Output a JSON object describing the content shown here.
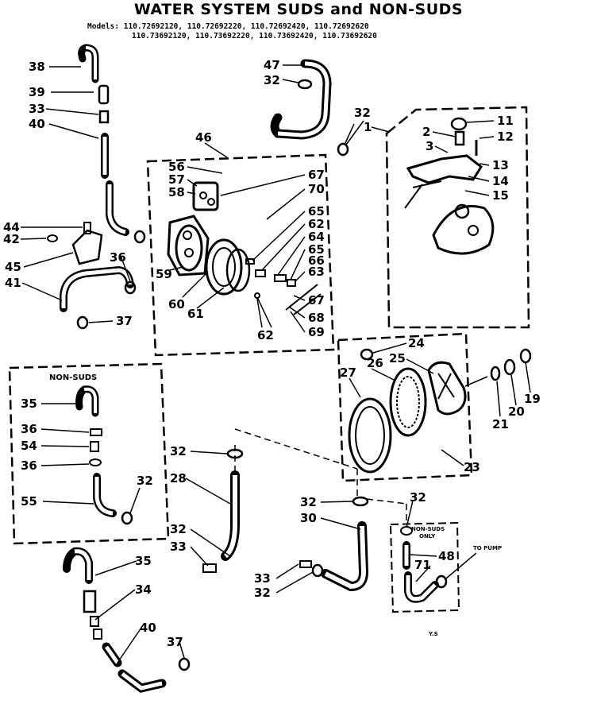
{
  "title": "WATER SYSTEM SUDS and NON-SUDS",
  "models_line1": "Models: 110.72692120, 110.72692220, 110.72692420, 110.72692620",
  "models_line2": "110.73692120, 110.73692220, 110.73692420, 110.73692620",
  "non_suds_label": "NON-SUDS",
  "non_suds_only_line1": "NON-SUDS",
  "non_suds_only_line2": "ONLY",
  "to_pump_label": "TO PUMP",
  "footer_mark": "Y.S",
  "callouts": [
    {
      "id": "c38",
      "text": "38"
    },
    {
      "id": "c39",
      "text": "39"
    },
    {
      "id": "c33a",
      "text": "33"
    },
    {
      "id": "c40a",
      "text": "40"
    },
    {
      "id": "c44",
      "text": "44"
    },
    {
      "id": "c42",
      "text": "42"
    },
    {
      "id": "c45",
      "text": "45"
    },
    {
      "id": "c41",
      "text": "41"
    },
    {
      "id": "c36a",
      "text": "36"
    },
    {
      "id": "c37a",
      "text": "37"
    },
    {
      "id": "c47",
      "text": "47"
    },
    {
      "id": "c32a",
      "text": "32"
    },
    {
      "id": "c32b",
      "text": "32"
    },
    {
      "id": "c1",
      "text": "1"
    },
    {
      "id": "c2",
      "text": "2"
    },
    {
      "id": "c3",
      "text": "3"
    },
    {
      "id": "c11",
      "text": "11"
    },
    {
      "id": "c12",
      "text": "12"
    },
    {
      "id": "c13",
      "text": "13"
    },
    {
      "id": "c14",
      "text": "14"
    },
    {
      "id": "c15",
      "text": "15"
    },
    {
      "id": "c46",
      "text": "46"
    },
    {
      "id": "c56",
      "text": "56"
    },
    {
      "id": "c57",
      "text": "57"
    },
    {
      "id": "c58",
      "text": "58"
    },
    {
      "id": "c67a",
      "text": "67"
    },
    {
      "id": "c70",
      "text": "70"
    },
    {
      "id": "c65a",
      "text": "65"
    },
    {
      "id": "c62a",
      "text": "62"
    },
    {
      "id": "c64",
      "text": "64"
    },
    {
      "id": "c65b",
      "text": "65"
    },
    {
      "id": "c66",
      "text": "66"
    },
    {
      "id": "c63",
      "text": "63"
    },
    {
      "id": "c59",
      "text": "59"
    },
    {
      "id": "c60",
      "text": "60"
    },
    {
      "id": "c61",
      "text": "61"
    },
    {
      "id": "c62b",
      "text": "62"
    },
    {
      "id": "c67b",
      "text": "67"
    },
    {
      "id": "c68",
      "text": "68"
    },
    {
      "id": "c69",
      "text": "69"
    },
    {
      "id": "c24",
      "text": "24"
    },
    {
      "id": "c27",
      "text": "27"
    },
    {
      "id": "c26",
      "text": "26"
    },
    {
      "id": "c25",
      "text": "25"
    },
    {
      "id": "c19",
      "text": "19"
    },
    {
      "id": "c20",
      "text": "20"
    },
    {
      "id": "c21",
      "text": "21"
    },
    {
      "id": "c23",
      "text": "23"
    },
    {
      "id": "c35a",
      "text": "35"
    },
    {
      "id": "c36b",
      "text": "36"
    },
    {
      "id": "c54",
      "text": "54"
    },
    {
      "id": "c36c",
      "text": "36"
    },
    {
      "id": "c32c",
      "text": "32"
    },
    {
      "id": "c55",
      "text": "55"
    },
    {
      "id": "c32d",
      "text": "32"
    },
    {
      "id": "c28",
      "text": "28"
    },
    {
      "id": "c32e",
      "text": "32"
    },
    {
      "id": "c33b",
      "text": "33"
    },
    {
      "id": "c35b",
      "text": "35"
    },
    {
      "id": "c34",
      "text": "34"
    },
    {
      "id": "c40b",
      "text": "40"
    },
    {
      "id": "c37b",
      "text": "37"
    },
    {
      "id": "c32f",
      "text": "32"
    },
    {
      "id": "c30",
      "text": "30"
    },
    {
      "id": "c33c",
      "text": "33"
    },
    {
      "id": "c32g",
      "text": "32"
    },
    {
      "id": "c32h",
      "text": "32"
    },
    {
      "id": "c48",
      "text": "48"
    },
    {
      "id": "c71",
      "text": "71"
    }
  ]
}
